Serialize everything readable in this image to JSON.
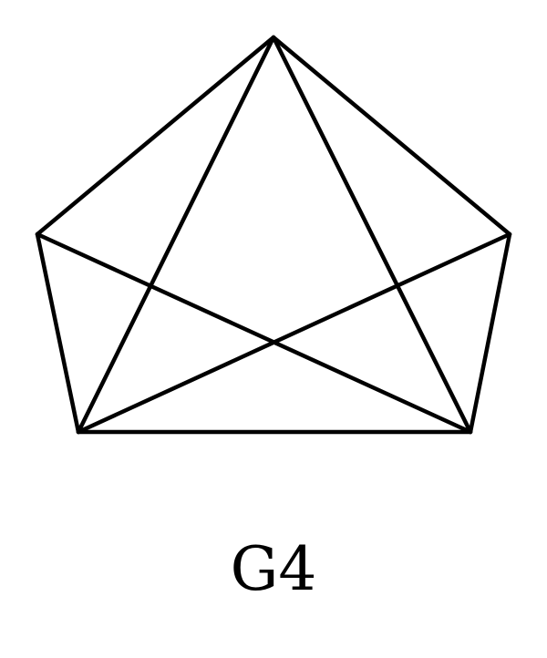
{
  "graph": {
    "label": "G4",
    "vertices": [
      "top",
      "upper-left",
      "upper-right",
      "lower-left",
      "lower-right"
    ],
    "edges": [
      [
        "top",
        "upper-left"
      ],
      [
        "top",
        "upper-right"
      ],
      [
        "upper-left",
        "lower-left"
      ],
      [
        "upper-right",
        "lower-right"
      ],
      [
        "lower-left",
        "lower-right"
      ],
      [
        "top",
        "lower-left"
      ],
      [
        "top",
        "lower-right"
      ],
      [
        "upper-left",
        "lower-right"
      ],
      [
        "upper-right",
        "lower-left"
      ]
    ],
    "edge_color": "#000000"
  }
}
